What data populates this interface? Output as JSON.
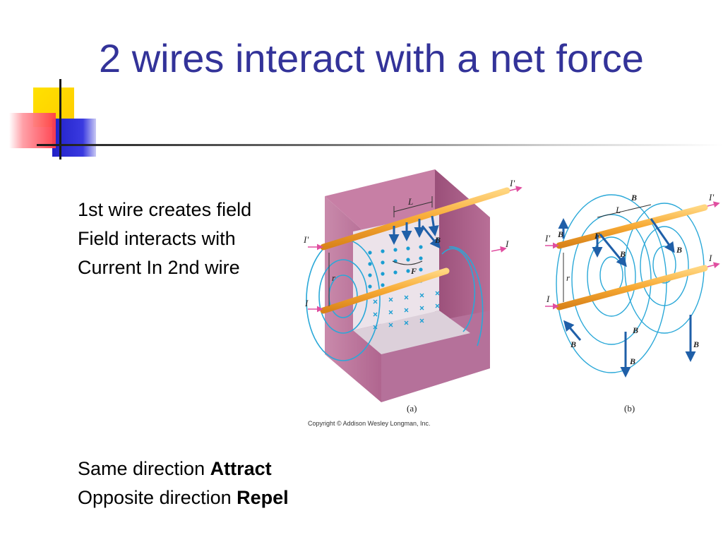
{
  "slide": {
    "title": "2 wires interact with a net force",
    "intro_lines": [
      "1st wire creates field",
      "Field interacts with",
      "Current In 2nd wire"
    ],
    "rules": [
      {
        "prefix": "Same direction ",
        "emphasis": "Attract"
      },
      {
        "prefix": "Opposite direction ",
        "emphasis": "Repel"
      }
    ]
  },
  "figure": {
    "panel_a_caption": "(a)",
    "panel_b_caption": "(b)",
    "copyright": "Copyright © Addison Wesley Longman, Inc.",
    "labels": {
      "current_top": "I'",
      "current_bottom": "I",
      "length": "L",
      "separation": "r",
      "field": "B",
      "force": "F"
    }
  },
  "colors": {
    "title": "#333399",
    "wire": "#f7a933",
    "field_lines": "#2aa8d8",
    "vectors": "#1f5fa8",
    "block": "#b0658f"
  }
}
